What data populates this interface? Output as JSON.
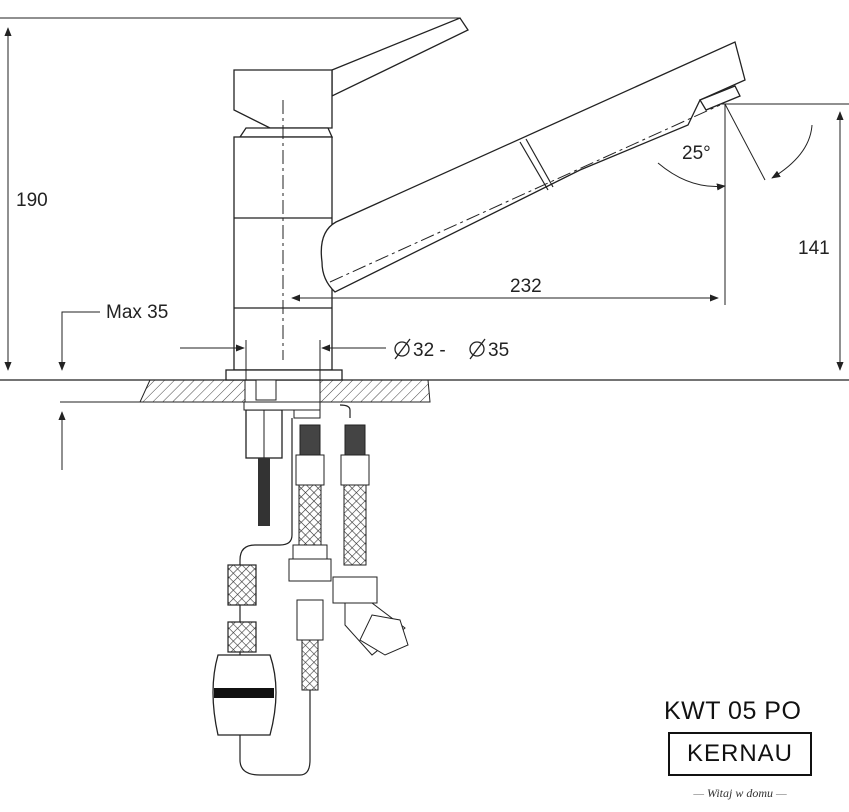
{
  "dimensions": {
    "height_total": "190",
    "spout_height": "141",
    "spout_reach": "232",
    "spout_angle": "25°",
    "max_countertop": "Max 35",
    "hole_min": "32 -",
    "hole_max": "35"
  },
  "title": {
    "model": "KWT 05 PO",
    "brand": "KERNAU",
    "tagline": "Witaj w domu",
    "tagline_dash": "—"
  }
}
